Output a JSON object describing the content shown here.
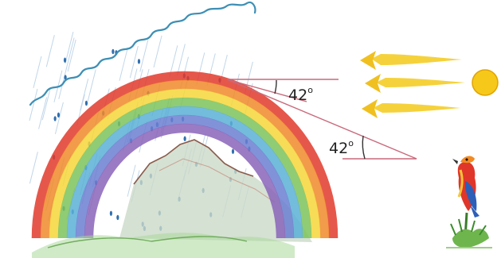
{
  "diagram": {
    "angle_upper": {
      "value": "42",
      "unit": "o"
    },
    "angle_lower": {
      "value": "42",
      "unit": "o"
    }
  },
  "colors": {
    "rain_cloud_outline": "#3d8fb5",
    "rain_streaks": "#6fa3c9",
    "rain_drops": "#2f6fb0",
    "sun": "#f6c81a",
    "sun_outline": "#e2a400",
    "sun_rays": "#f5d23c",
    "ray_lines": "#c9697a",
    "mountain_outline": "#8a5a4a",
    "grass": "#6fb54e",
    "rainbow": [
      "#e23a2b",
      "#f08a2a",
      "#f6d63a",
      "#7cc35a",
      "#5ab0d6",
      "#6b7fd1",
      "#8a64b8"
    ]
  },
  "icons": [
    "rain-cloud-icon",
    "sun-icon",
    "bird-icon",
    "mountain-icon",
    "grass-icon"
  ]
}
